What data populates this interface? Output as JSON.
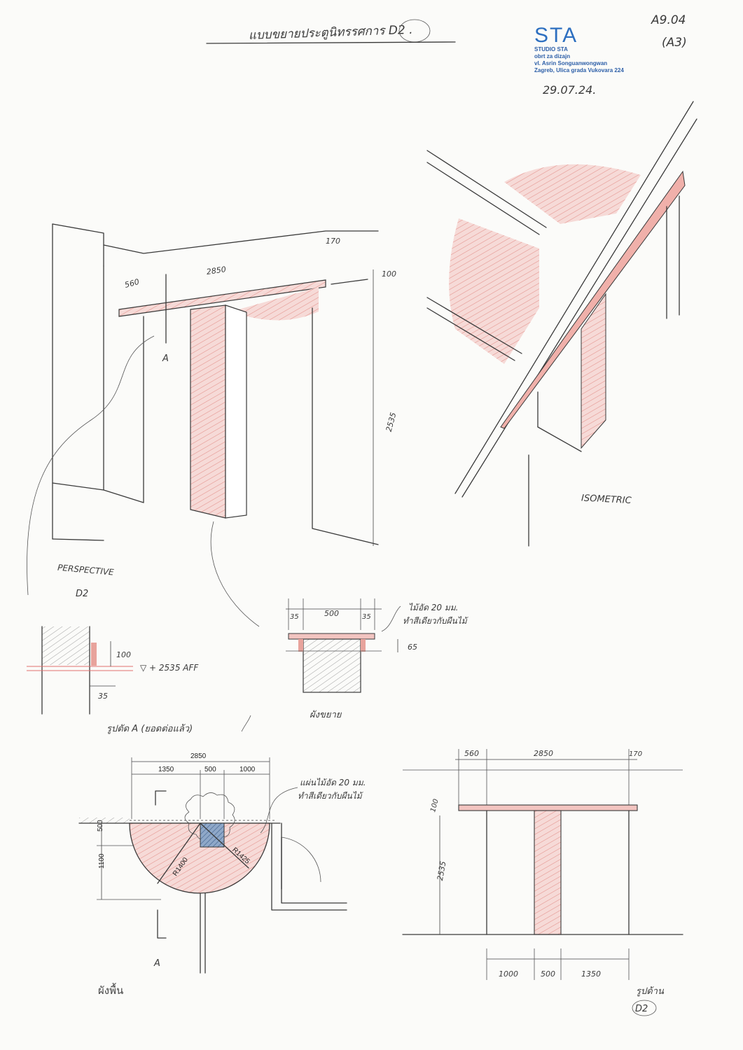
{
  "header": {
    "title": "แบบขยายประตูนิทรรศการ D2 .",
    "sheet_number": "A9.04",
    "sheet_size": "(A3)",
    "date": "29.07.24."
  },
  "stamp": {
    "logo": "STA",
    "line1": "STUDIO STA",
    "line2": "obrt za dizajn",
    "line3": "vl. Asrin Songuanwongwan",
    "line4": "Zagreb, Ulica grada Vukovara 224"
  },
  "perspective": {
    "dim_560": "560",
    "dim_2850": "2850",
    "dim_170": "170",
    "dim_100": "100",
    "dim_2535": "2535",
    "section_marker": "A",
    "label": "PERSPECTIVE",
    "label2": "D2"
  },
  "isometric": {
    "label": "ISOMETRIC"
  },
  "detail_a": {
    "dim_100": "100",
    "level": "▽ + 2535 AFF",
    "dim_35": "35",
    "label": "รูปตัด A (ยอดต่อแล้ว)"
  },
  "plan_detail": {
    "dim_35_left": "35",
    "dim_500": "500",
    "dim_35_right": "35",
    "dim_65": "65",
    "note_line1": "ไม้อัด 20 มม.",
    "note_line2": "ทำสีเดียวกับผืนไม้",
    "label": "ผังขยาย"
  },
  "floor_plan": {
    "dim_total": "2850",
    "dim_1350": "1350",
    "dim_500": "500",
    "dim_1000": "1000",
    "dim_500_v": "500",
    "dim_1100": "1100",
    "r1400": "R1400",
    "r1425": "R1425",
    "note_line1": "แผ่นไม้อัด 20 มม.",
    "note_line2": "ทำสีเดียวกับผืนไม้",
    "marker_a": "A",
    "label": "ผังพื้น"
  },
  "elevation": {
    "dim_560": "560",
    "dim_2850": "2850",
    "dim_170": "170",
    "dim_100": "100",
    "dim_2535": "2535",
    "dim_1000": "1000",
    "dim_500": "500",
    "dim_1350": "1350",
    "label": "รูปด้าน",
    "tag": "D2"
  },
  "colors": {
    "pencil": "#3a3a3a",
    "red_pencil": "#e07070",
    "stamp_blue": "#2d6fc0",
    "plan_blue": "#4a6fa0"
  }
}
